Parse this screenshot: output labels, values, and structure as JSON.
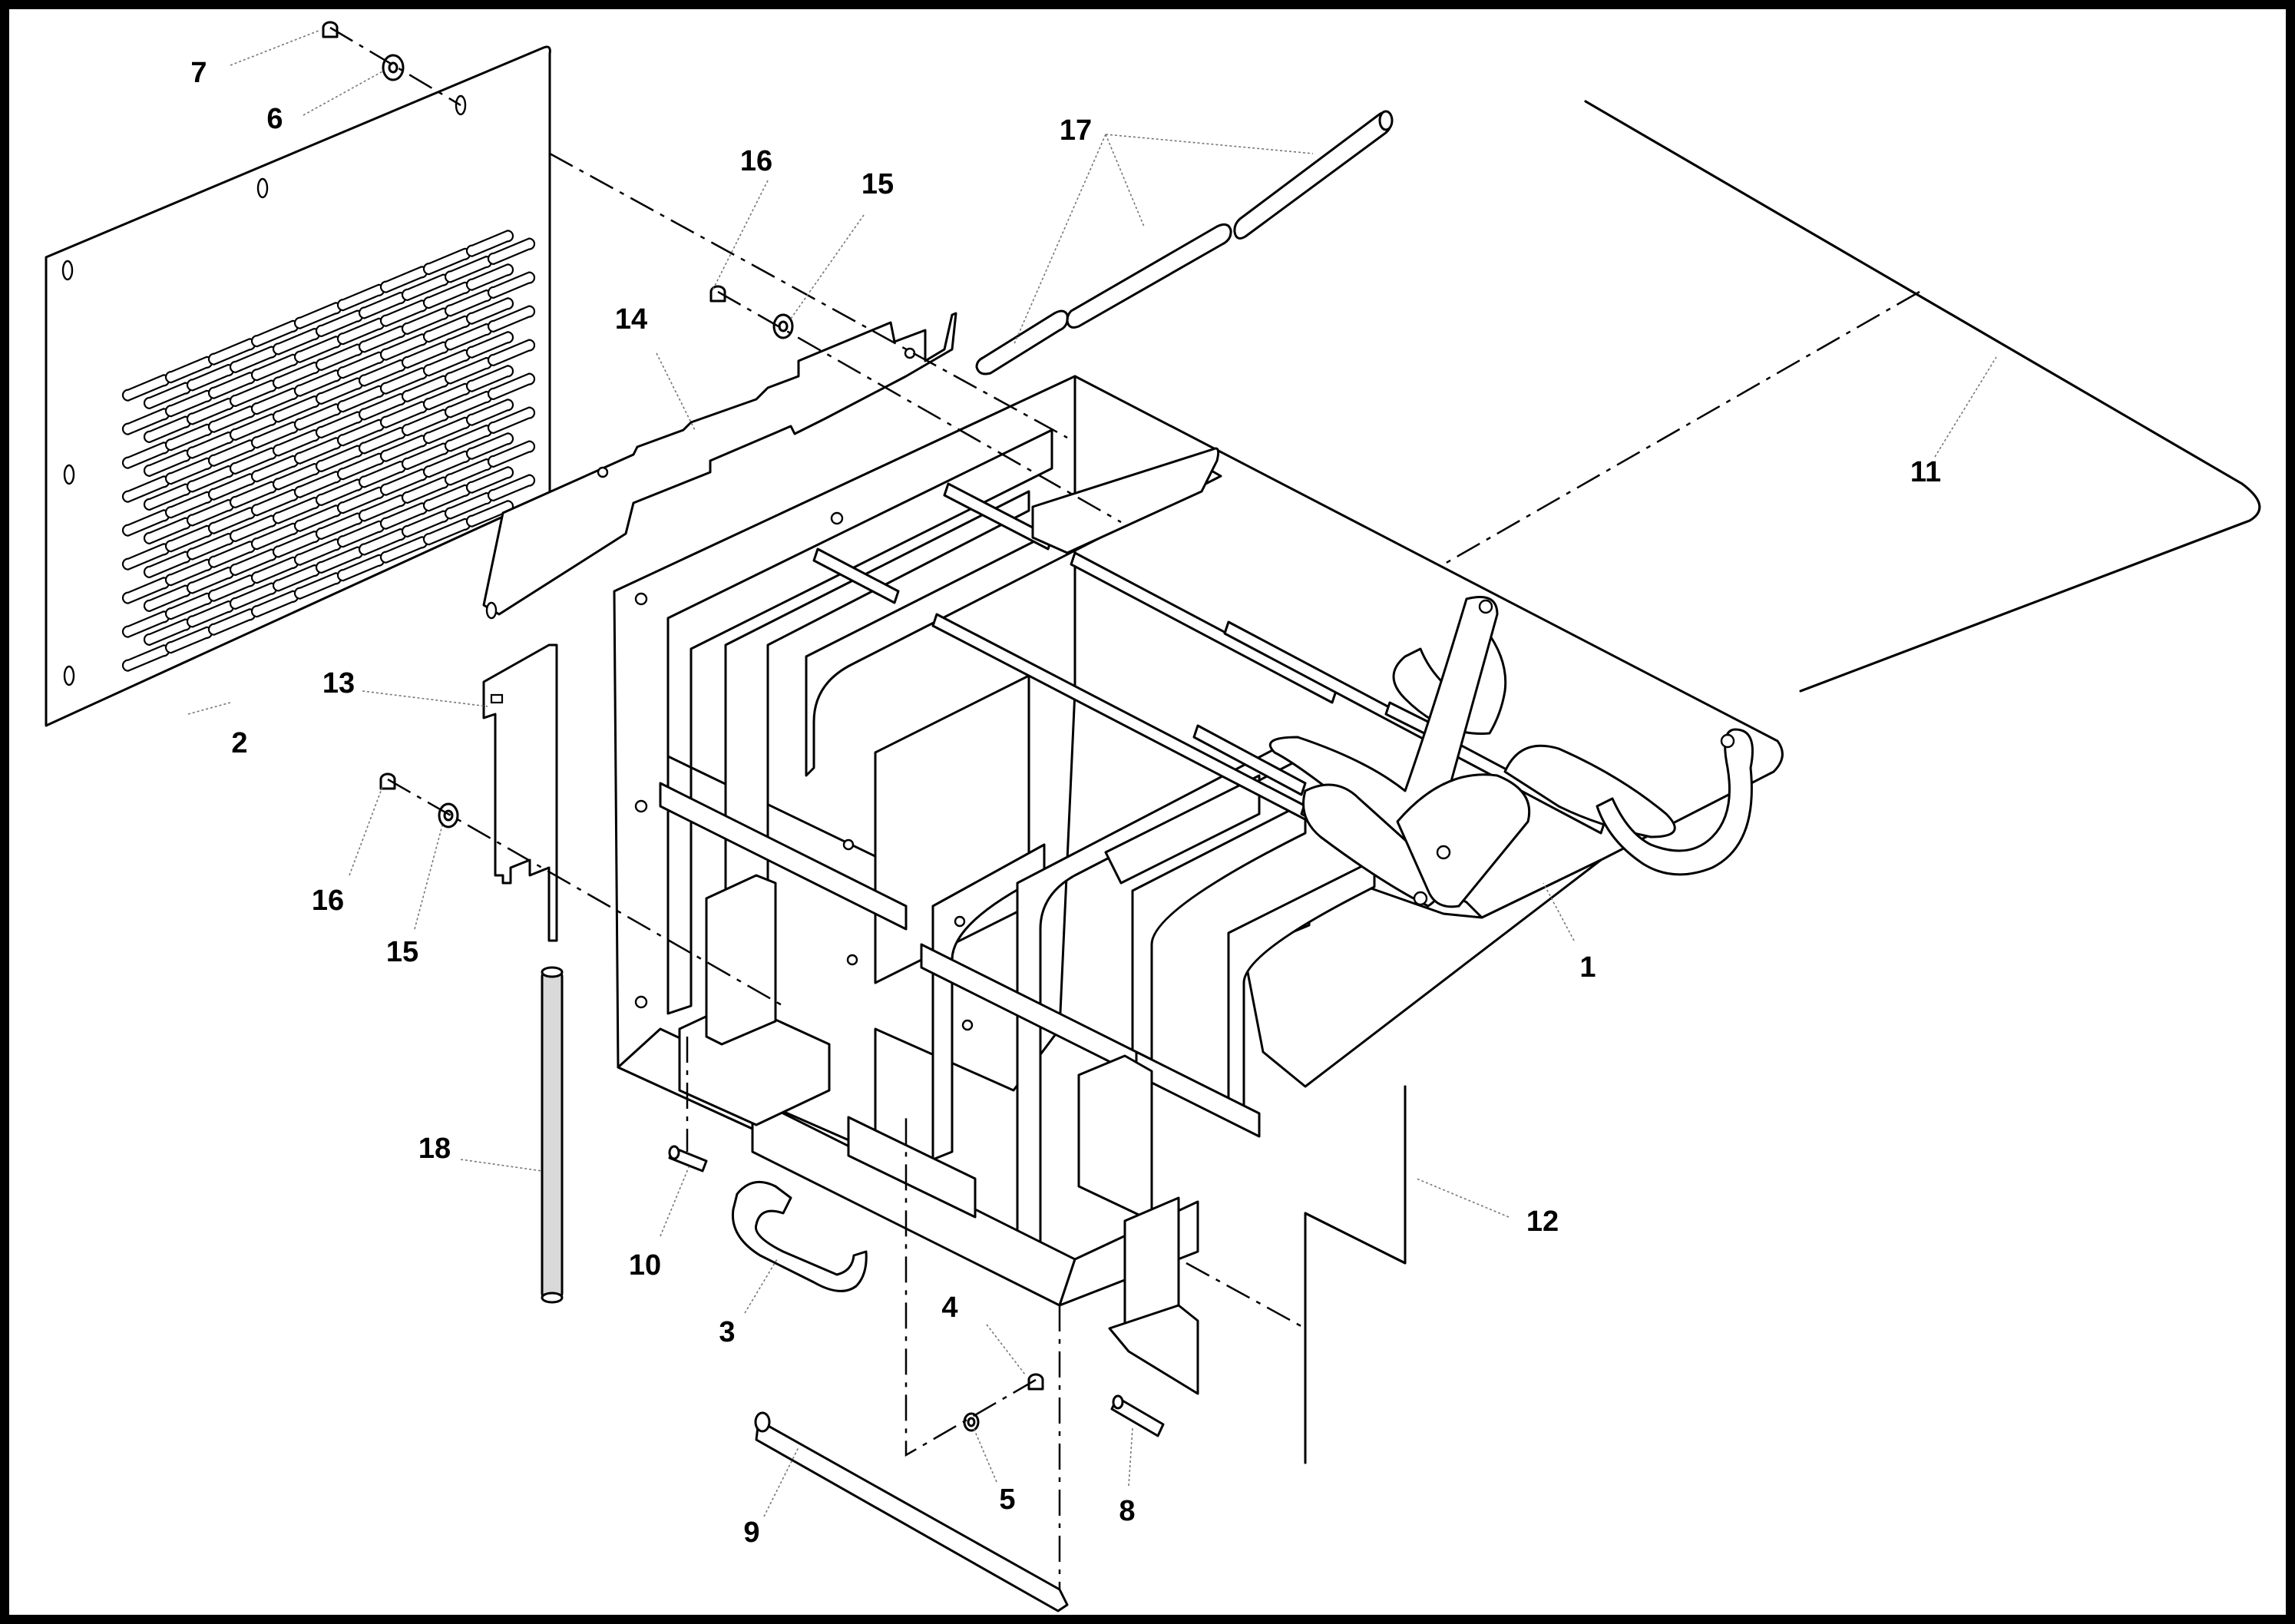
{
  "diagram": {
    "callouts": {
      "c1": "1",
      "c2": "2",
      "c3": "3",
      "c4": "4",
      "c5": "5",
      "c6": "6",
      "c7": "7",
      "c8": "8",
      "c9": "9",
      "c10": "10",
      "c11": "11",
      "c12": "12",
      "c13": "13",
      "c14": "14",
      "c15a": "15",
      "c15b": "15",
      "c16a": "16",
      "c16b": "16",
      "c17": "17",
      "c18": "18"
    }
  }
}
